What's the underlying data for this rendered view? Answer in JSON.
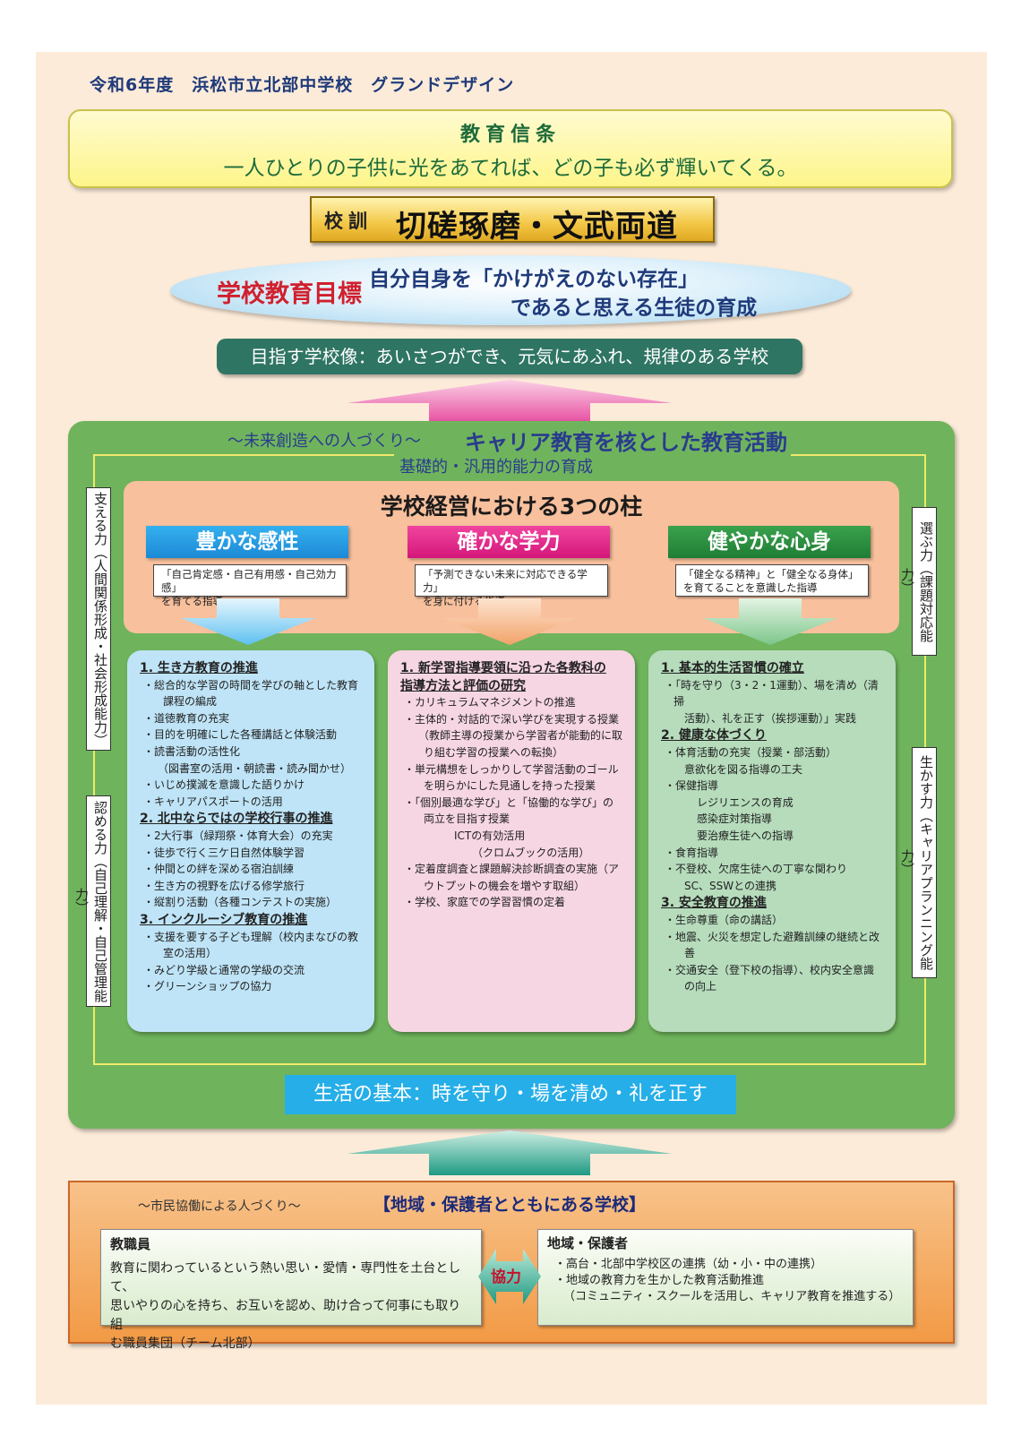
{
  "header": {
    "title": "令和6年度　浜松市立北部中学校　グランドデザイン"
  },
  "creed": {
    "title": "教育信条",
    "text": "一人ひとりの子供に光をあてれば、どの子も必ず輝いてくる。"
  },
  "motto": {
    "label": "校訓",
    "text": "切磋琢磨・文武両道"
  },
  "goal": {
    "label": "学校教育目標",
    "line1": "自分自身を「かけがえのない存在」",
    "line2": "であると思える生徒の育成"
  },
  "vision": {
    "text": "目指す学校像：あいさつができ、元気にあふれ、規律のある学校"
  },
  "career": {
    "subtitle": "～未来創造への人づくり～",
    "title": "キャリア教育を核とした教育活動",
    "basic": "基礎的・汎用的能力の育成"
  },
  "side_labels": {
    "left1": "支える力（人間関係形成・社会形成能力）",
    "left2": "認める力（自己理解・自己管理能力）",
    "right1": "選ぶ力（課題対応能力）",
    "right2": "生かす力（キャリアプランニング能力）"
  },
  "pillars": {
    "title": "学校経営における3つの柱",
    "items": [
      {
        "head": "豊かな感性",
        "desc1": "「自己肯定感・自己有用感・自己効力感」",
        "desc2": "を育てる指導"
      },
      {
        "head": "確かな学力",
        "desc1": "「予測できない未来に対応できる学力」",
        "desc2": "を身に付ける指導"
      },
      {
        "head": "健やかな心身",
        "desc1": "「健全なる精神」と「健全なる身体」",
        "desc2": "を育てることを意識した指導"
      }
    ]
  },
  "columns": {
    "col1": {
      "h1": "1. 生き方教育の推進",
      "h1_items": [
        "・総合的な学習の時間を学びの軸とした教育",
        "課程の編成",
        "・道徳教育の充実",
        "・目的を明確にした各種講話と体験活動",
        "・読書活動の活性化",
        "（図書室の活用・朝読書・読み聞かせ）",
        "・いじめ撲滅を意識した語りかけ",
        "・キャリアパスポートの活用"
      ],
      "h2": "2. 北中ならではの学校行事の推進",
      "h2_items": [
        "・2大行事（緑翔祭・体育大会）の充実",
        "・徒歩で行く三ケ日自然体験学習",
        "・仲間との絆を深める宿泊訓練",
        "・生き方の視野を広げる修学旅行",
        "・縦割り活動（各種コンテストの実施）"
      ],
      "h3": "3. インクルーシブ教育の推進",
      "h3_items": [
        "・支援を要する子ども理解（校内まなびの教",
        "室の活用）",
        "・みどり学級と通常の学級の交流",
        "・グリーンショップの協力"
      ]
    },
    "col2": {
      "h1a": "1. 新学習指導要領に沿った各教科の",
      "h1b": "指導方法と評価の研究",
      "items": [
        "・カリキュラムマネジメントの推進",
        "・主体的・対話的で深い学びを実現する授業",
        "（教師主導の授業から学習者が能動的に取",
        "り組む学習の授業への転換）",
        "・単元構想をしっかりして学習活動のゴール",
        "を明らかにした見通しを持った授業",
        "・「個別最適な学び」と「協働的な学び」の",
        "両立を目指す授業",
        "ICTの有効活用",
        "（クロムブックの活用）",
        "・定着度調査と課題解決診断調査の実施（ア",
        "ウトプットの機会を増やす取組）",
        "・学校、家庭での学習習慣の定着"
      ]
    },
    "col3": {
      "h1": "1. 基本的生活習慣の確立",
      "h1_items": [
        "・「時を守り（3・2・1運動）、場を清め（清掃",
        "活動）、礼を正す（挨拶運動）」実践"
      ],
      "h2": "2. 健康な体づくり",
      "h2_items": [
        "・体育活動の充実（授業・部活動）",
        "意欲化を図る指導の工夫",
        "・保健指導",
        "レジリエンスの育成",
        "感染症対策指導",
        "要治療生徒への指導",
        "・食育指導",
        "・不登校、欠席生徒への丁寧な関わり",
        "SC、SSWとの連携"
      ],
      "h3": "3. 安全教育の推進",
      "h3_items": [
        "・生命尊重（命の講話）",
        "・地震、火災を想定した避難訓練の継続と改",
        "善",
        "・交通安全（登下校の指導）、校内安全意識",
        "の向上"
      ]
    }
  },
  "basic_life": {
    "text": "生活の基本：時を守り・場を清め・礼を正す"
  },
  "community": {
    "subtitle": "～市民協働による人づくり～",
    "title": "【地域・保護者とともにある学校】",
    "staff": {
      "head": "教職員",
      "line1": "教育に関わっているという熱い思い・愛情・専門性を土台として、",
      "line2": "思いやりの心を持ち、お互いを認め、助け合って何事にも取り組",
      "line3": "む職員集団（チーム北部）"
    },
    "cooperation": "協力",
    "local": {
      "head": "地域・保護者",
      "line1": "・高台・北部中学校区の連携（幼・小・中の連携）",
      "line2": "・地域の教育力を生かした教育活動推進",
      "line3": "（コミュニティ・スクールを活用し、キャリア教育を推進する）"
    }
  },
  "colors": {
    "green_panel": "#6fb45c",
    "pink_arrow": "#e64a9e",
    "teal_arrow": "#1f9a83",
    "accent_red": "#d0202e",
    "navy": "#1f3a7a"
  }
}
